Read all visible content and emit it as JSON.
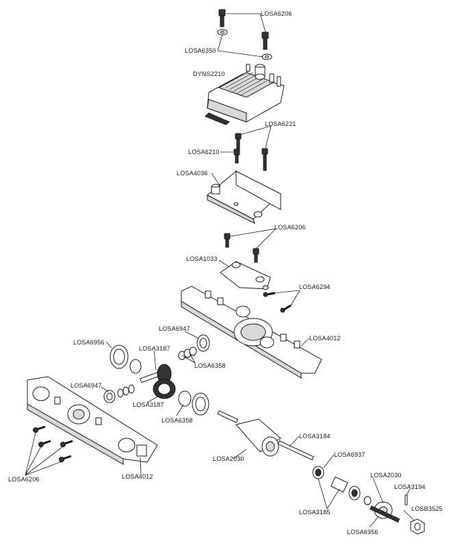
{
  "labels": {
    "losa6206_top": "LOSA6206",
    "losa6350": "LOSA6350",
    "dyns2210": "DYNS2210",
    "losa6221": "LOSA6221",
    "losa6210": "LOSA6210",
    "losa4036": "LOSA4036",
    "losa6206_mid": "LOSA6206",
    "losa1033": "LOSA1033",
    "losa6294": "LOSA6294",
    "losa4012_right": "LOSA4012",
    "losa6947_top": "LOSA6947",
    "losa6956_left": "LOSA6956",
    "losa3187_top": "LOSA3187",
    "losa6358_right": "LOSA6358",
    "losa6947_left": "LOSA6947",
    "losa3187_bottom": "LOSA3187",
    "losa6358_bottom": "LOSA6358",
    "losa3184": "LOSA3184",
    "losa2030_mid": "LOSA2030",
    "losa6937": "LOSA6937",
    "losa2030_right": "LOSA2030",
    "losa3194": "LOSA3194",
    "losa6206_bottom": "LOSA6206",
    "losa4012_bottom": "LOSA4012",
    "losa3185": "LOSA3185",
    "losb3525": "LOSB3525",
    "losa6956_bottom": "LOSA6956"
  }
}
